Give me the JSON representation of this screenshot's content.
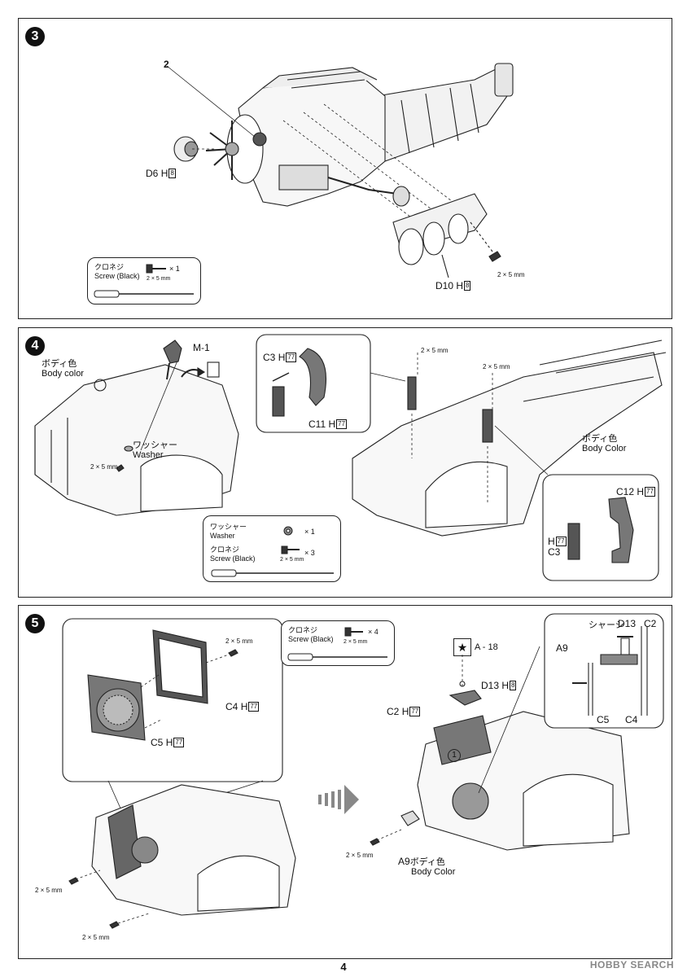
{
  "page_number": "4",
  "watermark": "HOBBY SEARCH",
  "step3": {
    "step": "3",
    "callout_num": "2",
    "part_d6": "D6",
    "part_d6_mark": "H",
    "part_d6_color": "8",
    "part_d10": "D10",
    "part_d10_mark": "H",
    "part_d10_color": "8",
    "screw_size": "2 × 5 mm",
    "note_jp": "クロネジ",
    "note_en": "Screw (Black)",
    "note_qty": "× 1",
    "note_size": "2 × 5 mm"
  },
  "step4": {
    "step": "4",
    "body_jp": "ボディ色",
    "body_en": "Body color",
    "part_m1": "M-1",
    "washer_jp": "ワッシャー",
    "washer_en": "Washer",
    "screw_size_a": "2 × 5 mm",
    "screw_size_b": "2 × 5 mm",
    "screw_size_c": "2 × 5 mm",
    "part_c3_a": "C3",
    "part_c3_a_mark": "H",
    "part_c3_a_color": "77",
    "part_c11": "C11",
    "part_c11_mark": "H",
    "part_c11_color": "77",
    "body2_jp": "ボディ色",
    "body2_en": "Body Color",
    "part_c12": "C12",
    "part_c12_mark": "H",
    "part_c12_color": "77",
    "part_c3_b": "C3",
    "part_c3_b_mark": "H",
    "part_c3_b_color": "77",
    "note_washer_jp": "ワッシャー",
    "note_washer_en": "Washer",
    "note_washer_qty": "× 1",
    "note_screw_jp": "クロネジ",
    "note_screw_en": "Screw (Black)",
    "note_screw_qty": "× 3",
    "note_screw_size": "2 × 5 mm"
  },
  "step5": {
    "step": "5",
    "screw_size_a": "2 × 5 mm",
    "part_c4": "C4",
    "part_c4_mark": "H",
    "part_c4_color": "77",
    "part_c5": "C5",
    "part_c5_mark": "H",
    "part_c5_color": "77",
    "screw_size_b": "2 × 5 mm",
    "screw_size_c": "2 × 5 mm",
    "note_jp": "クロネジ",
    "note_en": "Screw (Black)",
    "note_qty": "× 4",
    "note_size": "2 × 5 mm",
    "decal_ref": "A - 18",
    "part_d13": "D13",
    "part_d13_mark": "H",
    "part_d13_color": "8",
    "part_c2": "C2",
    "part_c2_mark": "H",
    "part_c2_color": "77",
    "circle_num": "1",
    "screw_size_d": "2 × 5 mm",
    "part_a9": "A9",
    "a9_jp": "ボディ色",
    "a9_en": "Body Color",
    "detail_chassis_jp": "シャーシ",
    "detail_d13": "D13",
    "detail_c2": "C2",
    "detail_a9": "A9",
    "detail_c5": "C5",
    "detail_c4": "C4"
  }
}
